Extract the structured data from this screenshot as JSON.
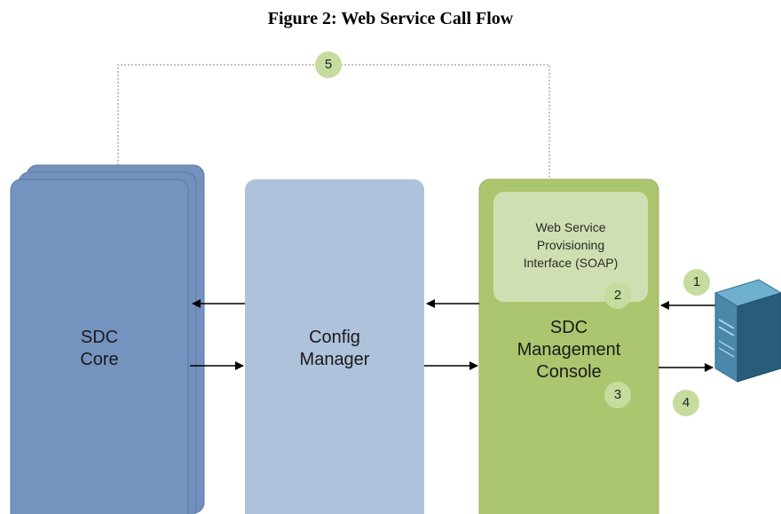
{
  "figure": {
    "title": "Figure 2: Web Service Call Flow"
  },
  "components": {
    "sdc_core": {
      "label": "SDC\nCore"
    },
    "config_manager": {
      "label": "Config\nManager"
    },
    "management_console": {
      "label": "SDC\nManagement\nConsole"
    },
    "provisioning_interface": {
      "label": "Web Service\nProvisioning\nInterface (SOAP)"
    }
  },
  "steps": [
    "1",
    "2",
    "3",
    "4",
    "5"
  ],
  "icons": {
    "client": "server-icon"
  },
  "colors": {
    "sdc_core": "#7593bf",
    "config_manager": "#afc2dc",
    "management_console": "#acc56f",
    "provisioning_interface": "#cfdfb1",
    "step_badge": "#c6dc9e"
  }
}
